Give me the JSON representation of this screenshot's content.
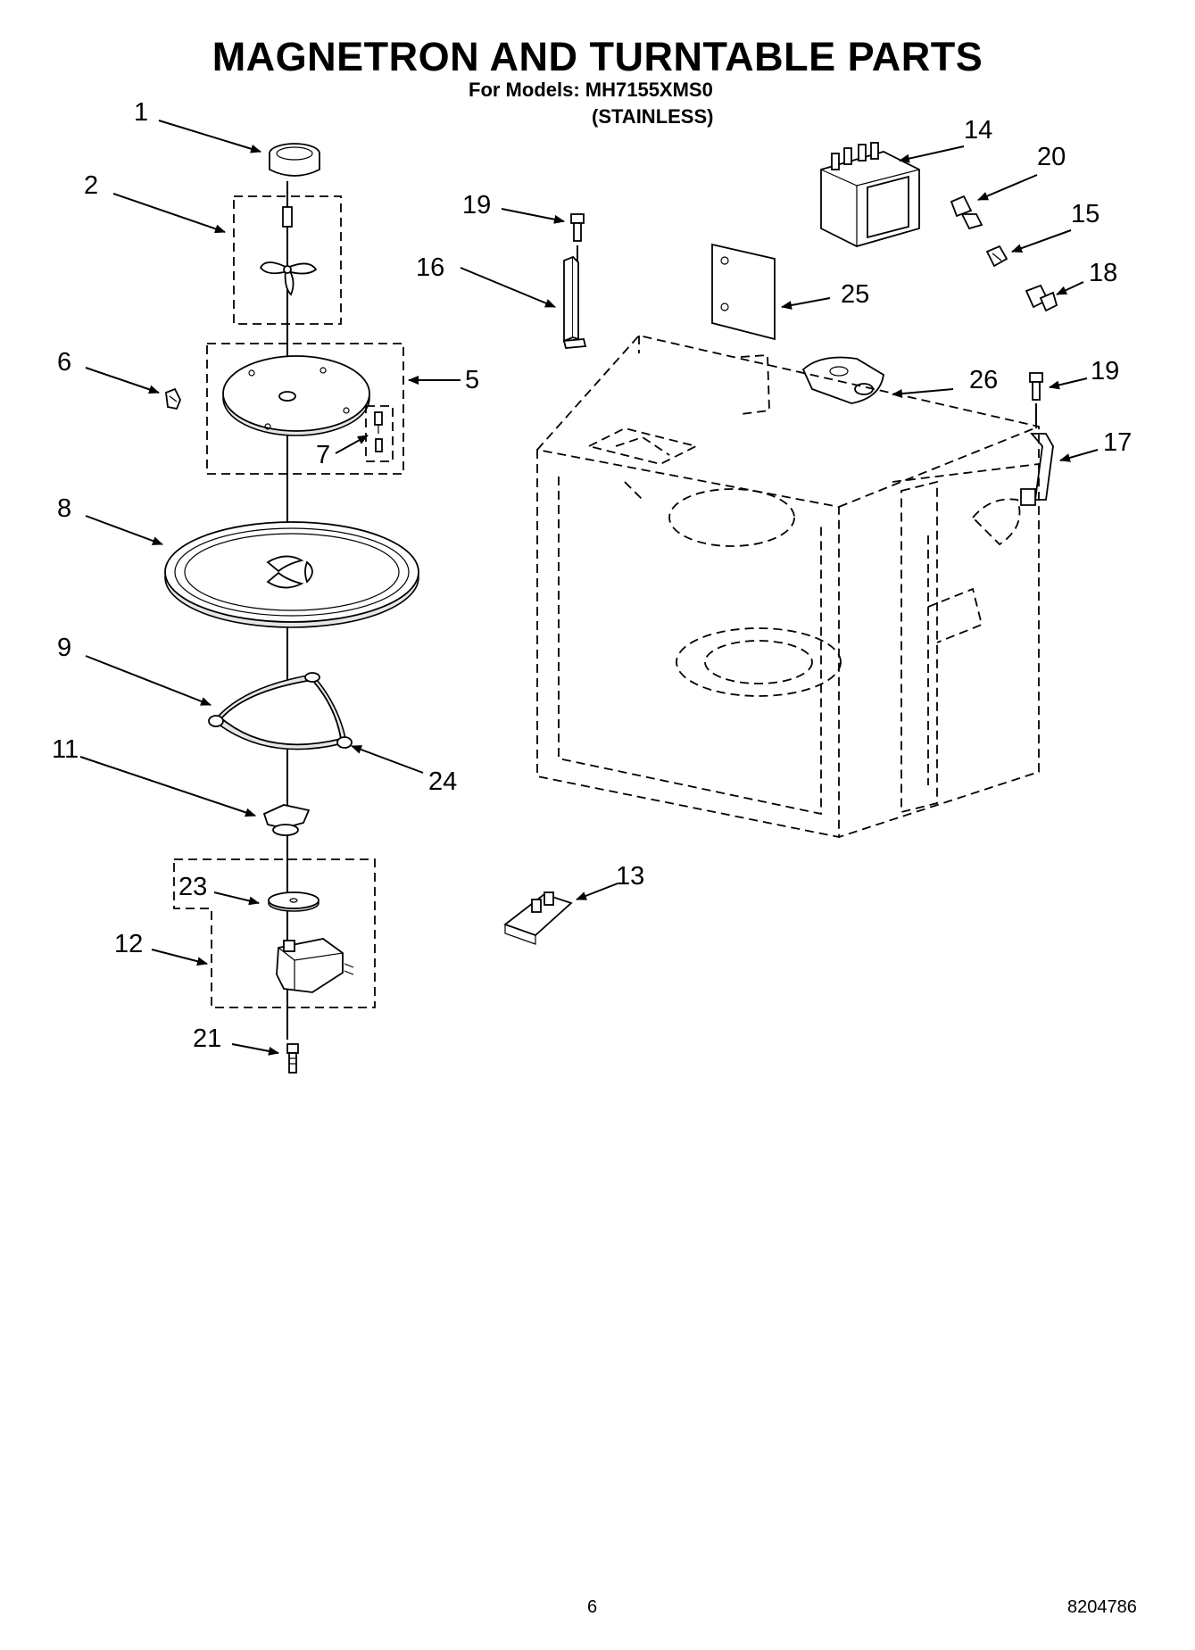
{
  "header": {
    "title": "MAGNETRON AND TURNTABLE PARTS",
    "models_label": "For Models: MH7155XMS0",
    "variant": "(STAINLESS)"
  },
  "callouts": [
    {
      "id": "1",
      "label": "1"
    },
    {
      "id": "2",
      "label": "2"
    },
    {
      "id": "5",
      "label": "5"
    },
    {
      "id": "6",
      "label": "6"
    },
    {
      "id": "7",
      "label": "7"
    },
    {
      "id": "8",
      "label": "8"
    },
    {
      "id": "9",
      "label": "9"
    },
    {
      "id": "11",
      "label": "11"
    },
    {
      "id": "12",
      "label": "12"
    },
    {
      "id": "13",
      "label": "13"
    },
    {
      "id": "14",
      "label": "14"
    },
    {
      "id": "15",
      "label": "15"
    },
    {
      "id": "16",
      "label": "16"
    },
    {
      "id": "17",
      "label": "17"
    },
    {
      "id": "18",
      "label": "18"
    },
    {
      "id": "19a",
      "label": "19"
    },
    {
      "id": "19b",
      "label": "19"
    },
    {
      "id": "20",
      "label": "20"
    },
    {
      "id": "21",
      "label": "21"
    },
    {
      "id": "23",
      "label": "23"
    },
    {
      "id": "24",
      "label": "24"
    },
    {
      "id": "25",
      "label": "25"
    },
    {
      "id": "26",
      "label": "26"
    }
  ],
  "footer": {
    "page_number": "6",
    "doc_number": "8204786"
  }
}
